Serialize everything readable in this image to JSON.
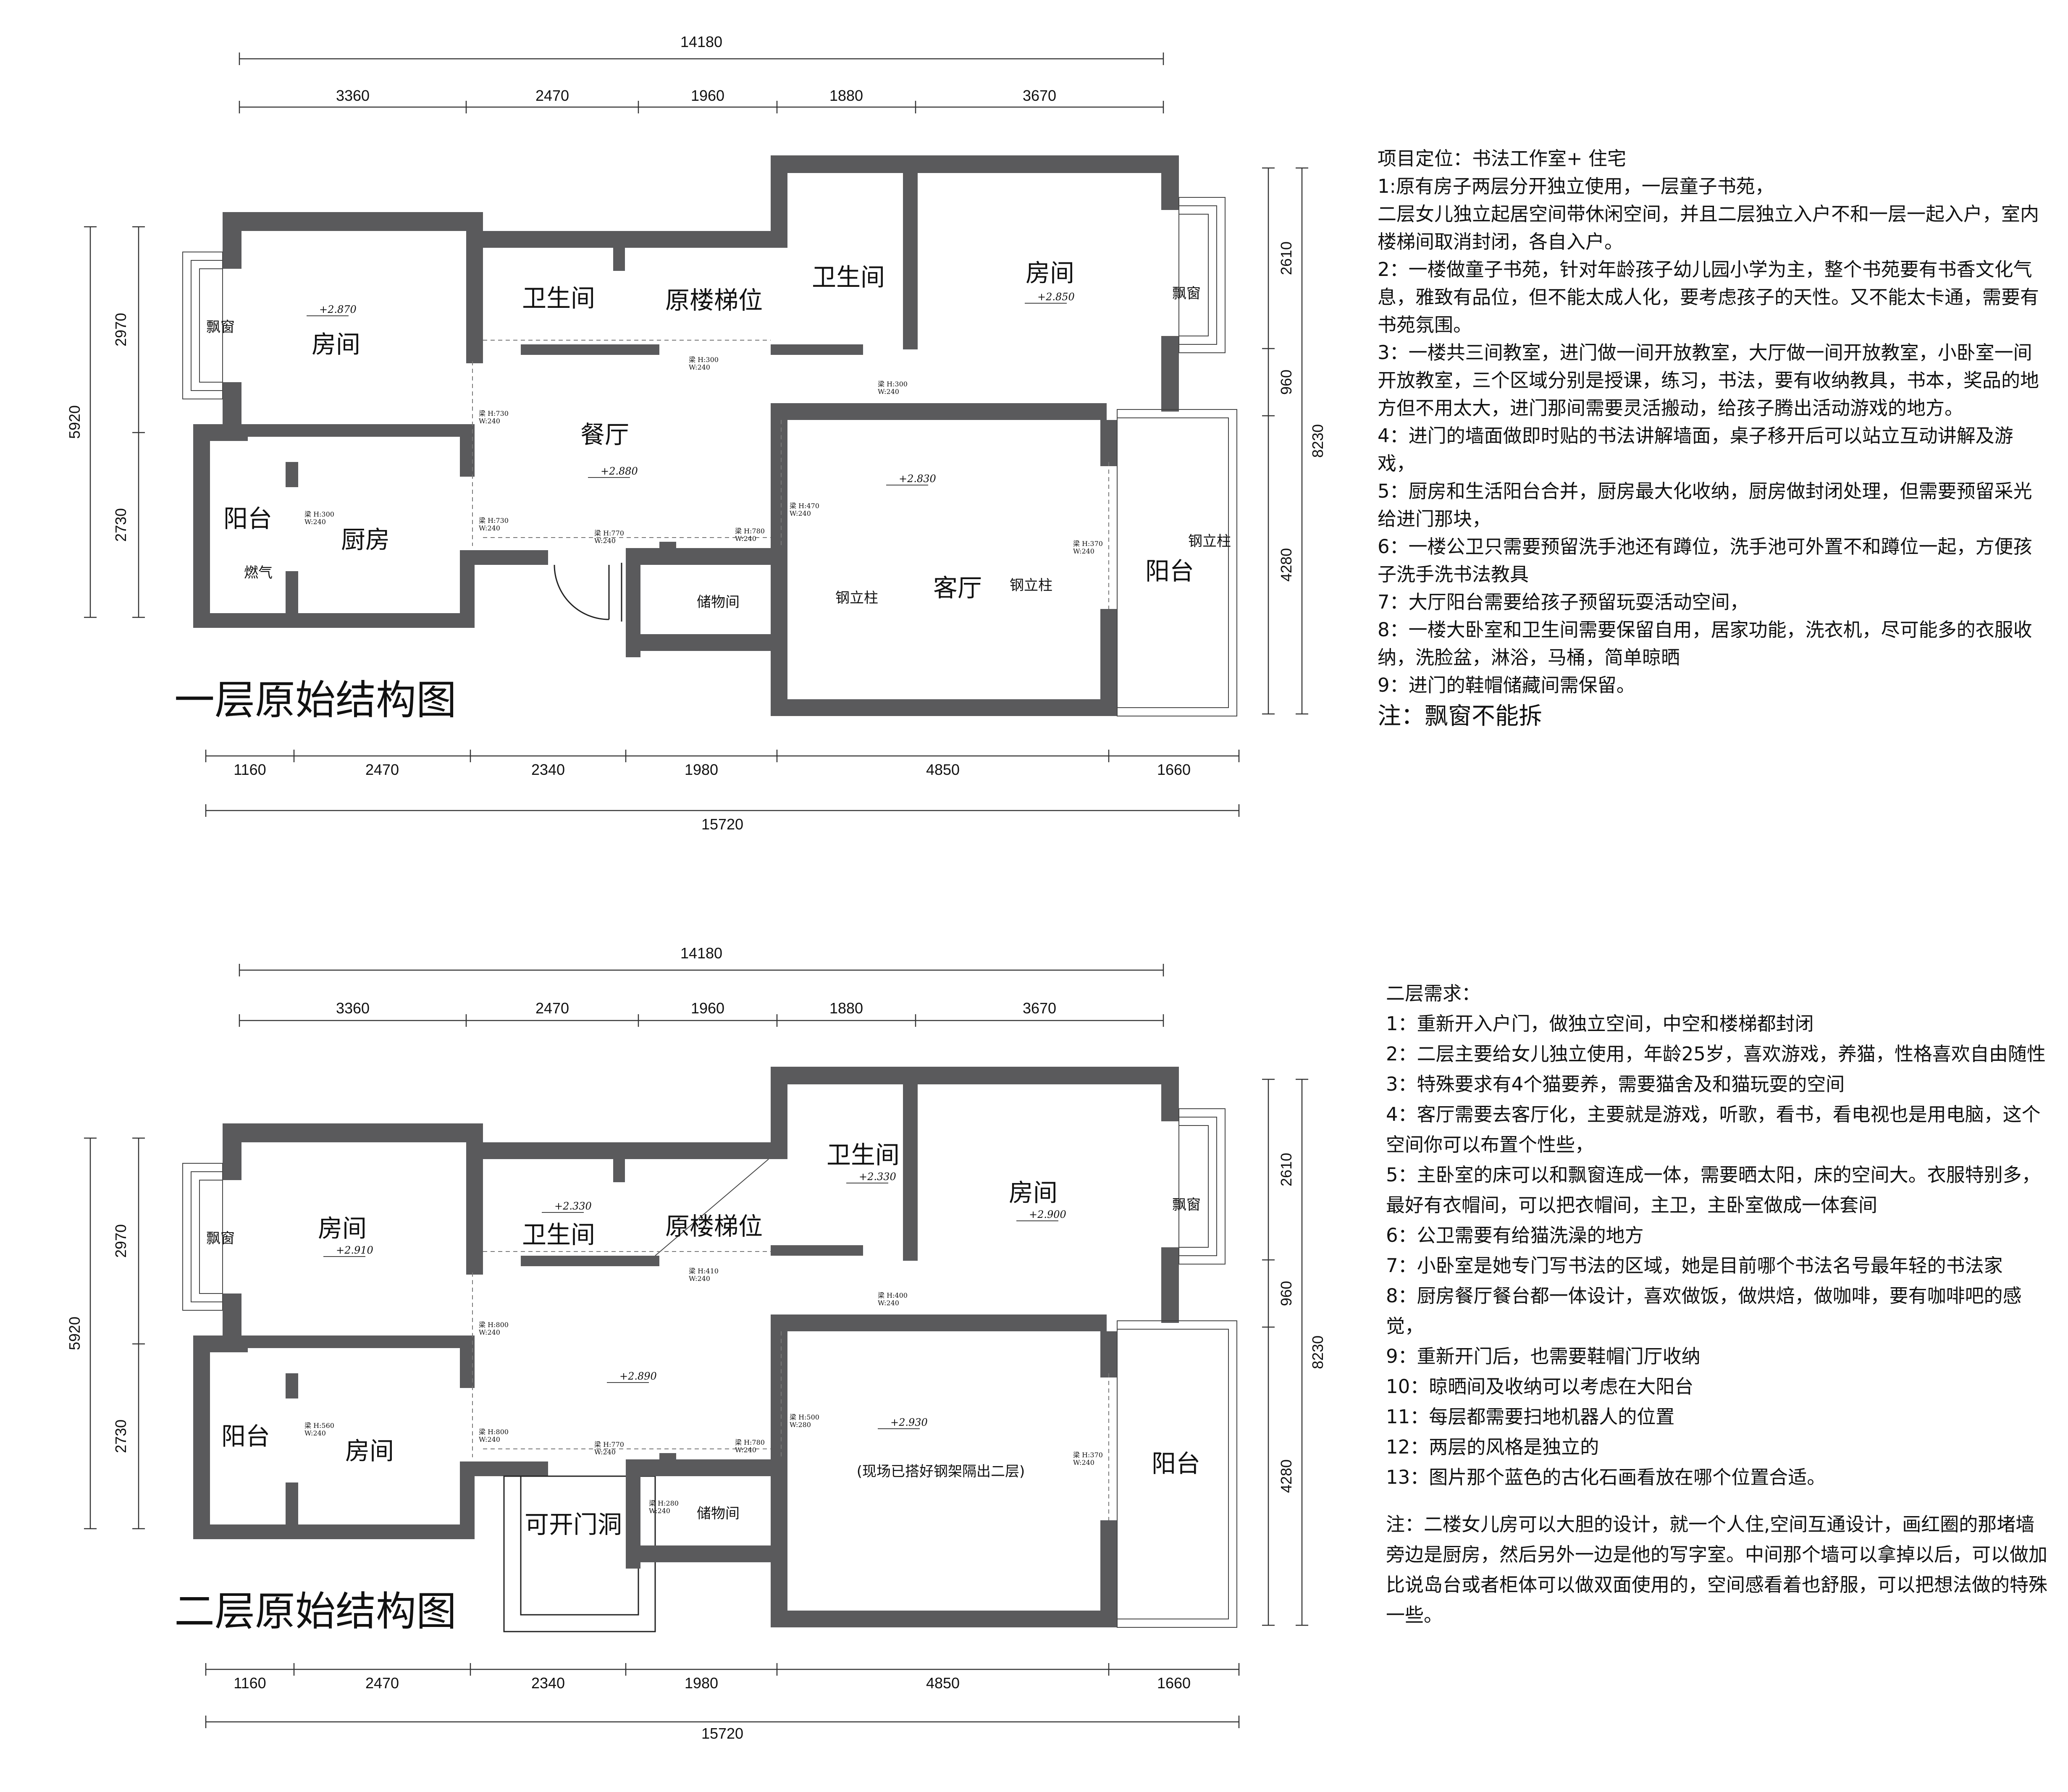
{
  "floor1": {
    "title": "一层原始结构图",
    "dims_top_total": "14180",
    "dims_top": [
      "3360",
      "2470",
      "1960",
      "1880",
      "3670"
    ],
    "dims_bottom_total": "15720",
    "dims_bottom": [
      "1160",
      "2470",
      "2340",
      "1980",
      "4850",
      "1660"
    ],
    "dims_left_total": "5920",
    "dims_left": [
      "2970",
      "2730"
    ],
    "dims_right_total": "8230",
    "dims_right": [
      "2610",
      "960",
      "4280"
    ],
    "rooms": {
      "bay_left": "飘窗",
      "room_left": "房间",
      "bath_mid": "卫生间",
      "stair": "原楼梯位",
      "bath_right": "卫生间",
      "room_right": "房间",
      "bay_right": "飘窗",
      "dining": "餐厅",
      "balcony_left": "阳台",
      "kitchen": "厨房",
      "gas": "燃气",
      "storage": "储物间",
      "living": "客厅",
      "balcony_right": "阳台",
      "steel_col_1": "钢立柱",
      "steel_col_2": "钢立柱",
      "steel_col_3": "钢立柱"
    },
    "levels": {
      "room_left": "+2.870",
      "room_right": "+2.850",
      "dining": "+2.880",
      "living": "+2.830"
    },
    "beams": {
      "b1": "梁 H:300\nW:240",
      "b2": "梁 H:300\nW:240",
      "b3": "梁 H:730\nW:240",
      "b4": "梁 H:300\nW:240",
      "b5": "梁 H:730\nW:240",
      "b6": "梁 H:770\nW:240",
      "b7": "梁 H:780\nW:240",
      "b8": "梁 H:470\nW:240",
      "b9": "梁 H:370\nW:240"
    }
  },
  "floor2": {
    "title": "二层原始结构图",
    "dims_top_total": "14180",
    "dims_top": [
      "3360",
      "2470",
      "1960",
      "1880",
      "3670"
    ],
    "dims_bottom_total": "15720",
    "dims_bottom": [
      "1160",
      "2470",
      "2340",
      "1980",
      "4850",
      "1660"
    ],
    "dims_left_total": "5920",
    "dims_left": [
      "2970",
      "2730"
    ],
    "dims_right_total": "8230",
    "dims_right": [
      "2610",
      "960",
      "4280"
    ],
    "rooms": {
      "bay_left": "飘窗",
      "room_left": "房间",
      "bath_mid": "卫生间",
      "stair": "原楼梯位",
      "bath_right": "卫生间",
      "room_right": "房间",
      "bay_right": "飘窗",
      "balcony_left": "阳台",
      "room_small": "房间",
      "door_opening": "可开门洞",
      "storage": "储物间",
      "living_note": "(现场已搭好钢架隔出二层)",
      "balcony_right": "阳台"
    },
    "levels": {
      "room_left": "+2.910",
      "bath_mid": "+2.330",
      "bath_right": "+2.330",
      "room_right": "+2.900",
      "dining": "+2.890",
      "living": "+2.930"
    },
    "beams": {
      "b1": "梁 H:410\nW:240",
      "b2": "梁 H:400\nW:240",
      "b3": "梁 H:800\nW:240",
      "b4": "梁 H:560\nW:240",
      "b5": "梁 H:800\nW:240",
      "b6": "梁 H:770\nW:240",
      "b7": "梁 H:780\nW:240",
      "b8": "梁 H:280\nW:240",
      "b9": "梁 H:500\nW:280",
      "b10": "梁 H:370\nW:240"
    }
  },
  "notes1": [
    "项目定位：书法工作室+ 住宅",
    "1:原有房子两层分开独立使用，一层童子书苑，",
    "二层女儿独立起居空间带休闲空间，并且二层独立入户不和一层一起入户，室内楼梯间取消封闭，各自入户。",
    "2：一楼做童子书苑，针对年龄孩子幼儿园小学为主，整个书苑要有书香文化气息，雅致有品位，但不能太成人化，要考虑孩子的天性。又不能太卡通，需要有书苑氛围。",
    "3：一楼共三间教室，进门做一间开放教室，大厅做一间开放教室，小卧室一间开放教室，三个区域分别是授课，练习，书法，要有收纳教具，书本，奖品的地方但不用太大，进门那间需要灵活搬动，给孩子腾出活动游戏的地方。",
    "4：进门的墙面做即时贴的书法讲解墙面，桌子移开后可以站立互动讲解及游戏，",
    "5：厨房和生活阳台合并，厨房最大化收纳，厨房做封闭处理，但需要预留采光给进门那块，",
    "6：一楼公卫只需要预留洗手池还有蹲位，洗手池可外置不和蹲位一起，方便孩子洗手洗书法教具",
    "7：大厅阳台需要给孩子预留玩耍活动空间，",
    "8：一楼大卧室和卫生间需要保留自用，居家功能，洗衣机，尽可能多的衣服收纳，洗脸盆，淋浴，马桶，简单晾晒",
    "9：进门的鞋帽储藏间需保留。"
  ],
  "notes1_warning": "注：飘窗不能拆",
  "notes2": [
    "二层需求：",
    "1：重新开入户门，做独立空间，中空和楼梯都封闭",
    "2：二层主要给女儿独立使用，年龄25岁，喜欢游戏，养猫，性格喜欢自由随性",
    "3：特殊要求有4个猫要养，需要猫舍及和猫玩耍的空间",
    "4：客厅需要去客厅化，主要就是游戏，听歌，看书，看电视也是用电脑，这个空间你可以布置个性些，",
    "5：主卧室的床可以和飘窗连成一体，需要晒太阳，床的空间大。衣服特别多，最好有衣帽间，可以把衣帽间，主卫，主卧室做成一体套间",
    "6：公卫需要有给猫洗澡的地方",
    "7：小卧室是她专门写书法的区域，她是目前哪个书法名号最年轻的书法家",
    "8：厨房餐厅餐台都一体设计，喜欢做饭，做烘焙，做咖啡，要有咖啡吧的感觉，",
    "9：重新开门后，也需要鞋帽门厅收纳",
    "10：晾晒间及收纳可以考虑在大阳台",
    "11：每层都需要扫地机器人的位置",
    "12：两层的风格是独立的",
    "13：图片那个蓝色的古化石画看放在哪个位置合适。"
  ],
  "notes2_footer": "注：二楼女儿房可以大胆的设计，就一个人住,空间互通设计，画红圈的那堵墙旁边是厨房，然后另外一边是他的写字室。中间那个墙可以拿掉以后，可以做加比说岛台或者柜体可以做双面使用的，空间感看着也舒服，可以把想法做的特殊一些。"
}
